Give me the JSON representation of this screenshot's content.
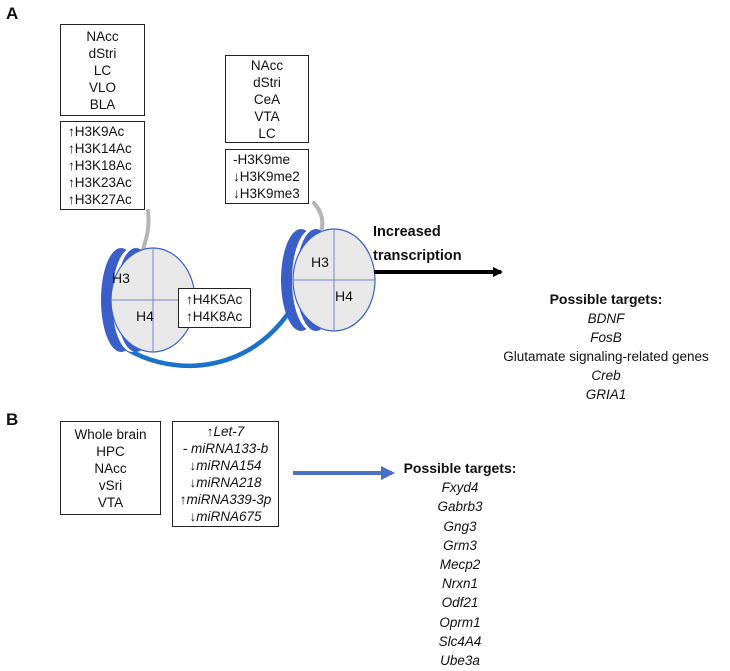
{
  "panelA": {
    "letter": "A",
    "regions1": [
      "NAcc",
      "dStri",
      "LC",
      "VLO",
      "BLA"
    ],
    "marks1": [
      "↑H3K9Ac",
      "↑H3K14Ac",
      "↑H3K18Ac",
      "↑H3K23Ac",
      "↑H3K27Ac"
    ],
    "regions2": [
      "NAcc",
      "dStri",
      "CeA",
      "VTA",
      "LC"
    ],
    "marks2": [
      "-H3K9me",
      "↓H3K9me2",
      "↓H3K9me3"
    ],
    "h4marks": [
      "↑H4K5Ac",
      "↑H4K8Ac"
    ],
    "histone1": {
      "h3": "H3",
      "h4": "H4"
    },
    "histone2": {
      "h3": "H3",
      "h4": "H4"
    },
    "arrow_label": [
      "Increased",
      "transcription"
    ],
    "targets_title": "Possible targets:",
    "targets": [
      {
        "text": "BDNF",
        "italic": true
      },
      {
        "text": "FosB",
        "italic": true
      },
      {
        "text": "Glutamate signaling-related genes",
        "italic": false
      },
      {
        "text": "Creb",
        "italic": true
      },
      {
        "text": "GRIA1",
        "italic": true
      }
    ]
  },
  "panelB": {
    "letter": "B",
    "regions": [
      "Whole brain",
      "HPC",
      "NAcc",
      "vSri",
      "VTA"
    ],
    "mirnas": [
      "↑Let-7",
      "- miRNA133-b",
      "↓miRNA154",
      "↓miRNA218",
      "↑miRNA339-3p",
      "↓miRNA675"
    ],
    "targets_title": "Possible targets:",
    "targets": [
      "Fxyd4",
      "Gabrb3",
      "Gng3",
      "Grm3",
      "Mecp2",
      "Nrxn1",
      "Odf21",
      "Oprm1",
      "Slc4A4",
      "Ube3a"
    ]
  },
  "colors": {
    "histone_blue": "#3a5fc8",
    "dna_blue": "#1a73c9",
    "tail_gray": "#b5b5b5",
    "arrow_blue": "#4a72c4"
  }
}
